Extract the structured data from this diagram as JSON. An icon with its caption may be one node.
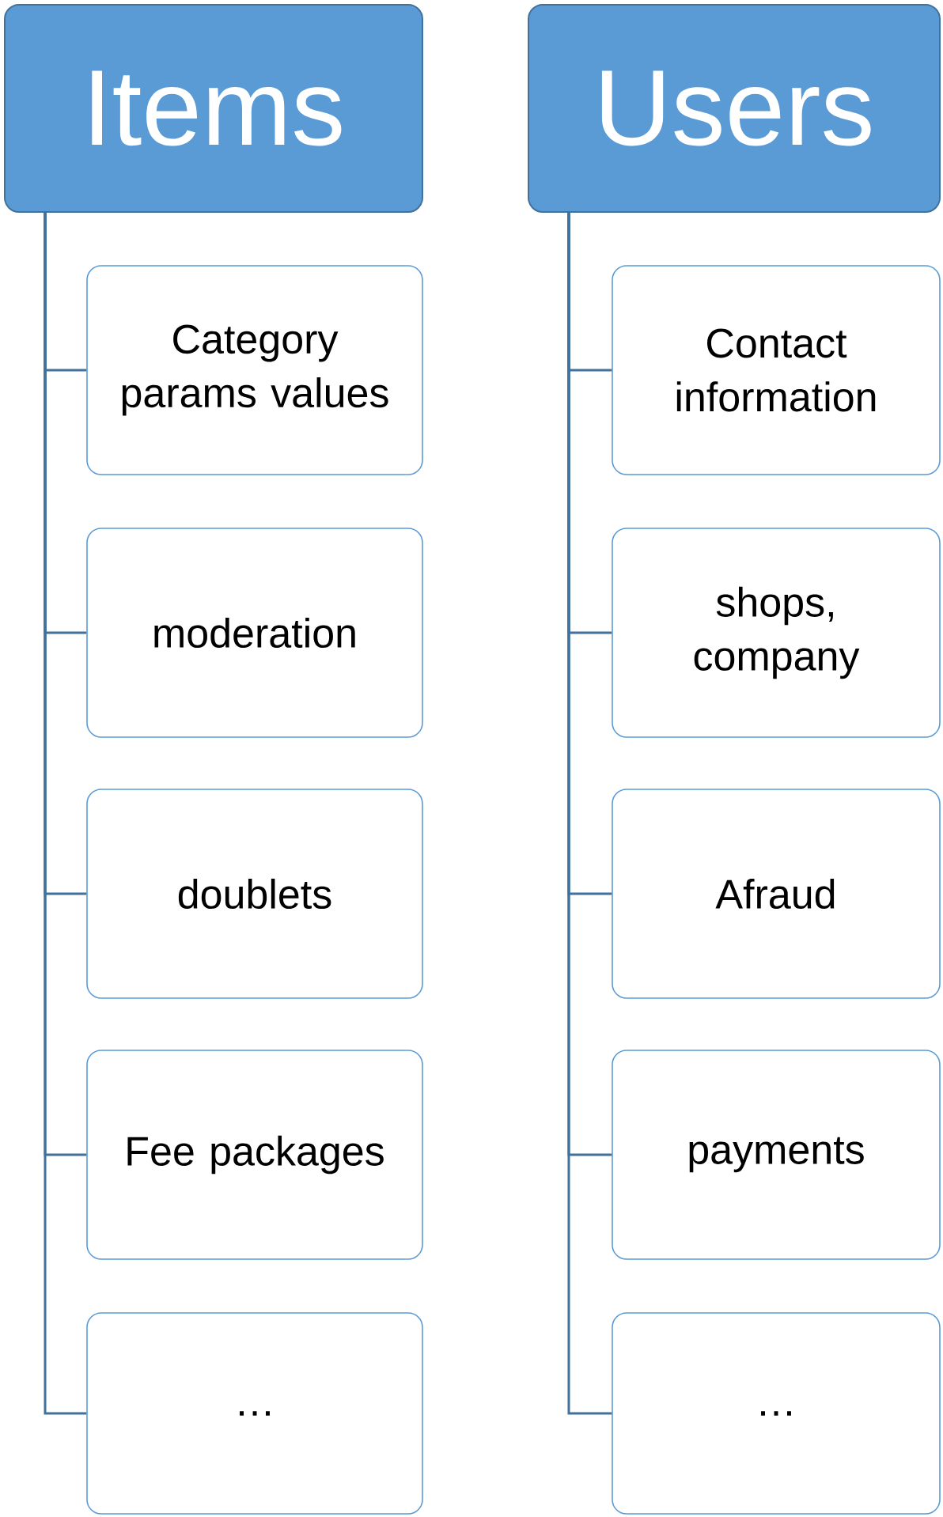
{
  "diagram": {
    "nodes": [
      {
        "text": [
          "Items"
        ]
      },
      {
        "text": [
          "Category params values"
        ]
      },
      {
        "text": [
          "moderation"
        ]
      },
      {
        "text": [
          "doublets"
        ]
      },
      {
        "text": [
          "Fee packages"
        ]
      },
      {
        "text": [
          "…"
        ]
      },
      {
        "text": [
          "Users"
        ]
      },
      {
        "text": [
          "Contact information"
        ]
      },
      {
        "text": [
          "shops, company"
        ]
      },
      {
        "text": [
          "Afraud"
        ]
      },
      {
        "text": [
          "payments"
        ]
      },
      {
        "text": [
          "…"
        ]
      }
    ],
    "edges": [
      {
        "from": 0,
        "to": 1,
        "arrow": "none"
      },
      {
        "from": 0,
        "to": 2,
        "arrow": "none"
      },
      {
        "from": 0,
        "to": 3,
        "arrow": "none"
      },
      {
        "from": 0,
        "to": 4,
        "arrow": "none"
      },
      {
        "from": 0,
        "to": 5,
        "arrow": "none"
      },
      {
        "from": 6,
        "to": 7,
        "arrow": "none"
      },
      {
        "from": 6,
        "to": 8,
        "arrow": "none"
      },
      {
        "from": 6,
        "to": 9,
        "arrow": "none"
      },
      {
        "from": 6,
        "to": 10,
        "arrow": "none"
      },
      {
        "from": 6,
        "to": 11,
        "arrow": "none"
      }
    ]
  }
}
